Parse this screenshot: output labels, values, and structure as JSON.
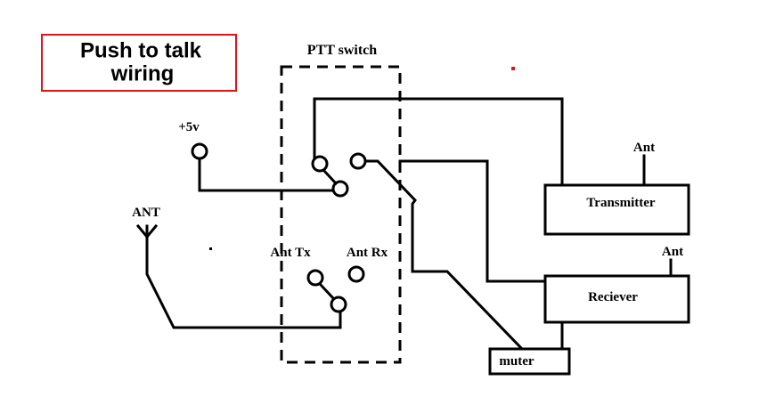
{
  "title": {
    "line1": "Push to talk",
    "line2": "wiring"
  },
  "labels": {
    "ptt_switch": "PTT switch",
    "plus5v": "+5v",
    "ant_main": "ANT",
    "ant_tx": "Ant Tx",
    "ant_rx": "Ant Rx",
    "transmitter": "Transmitter",
    "receiver": "Reciever",
    "muter": "muter",
    "ant_transmitter": "Ant",
    "ant_receiver": "Ant"
  },
  "colors": {
    "title_border": "#e0141b",
    "stroke": "#000000"
  }
}
